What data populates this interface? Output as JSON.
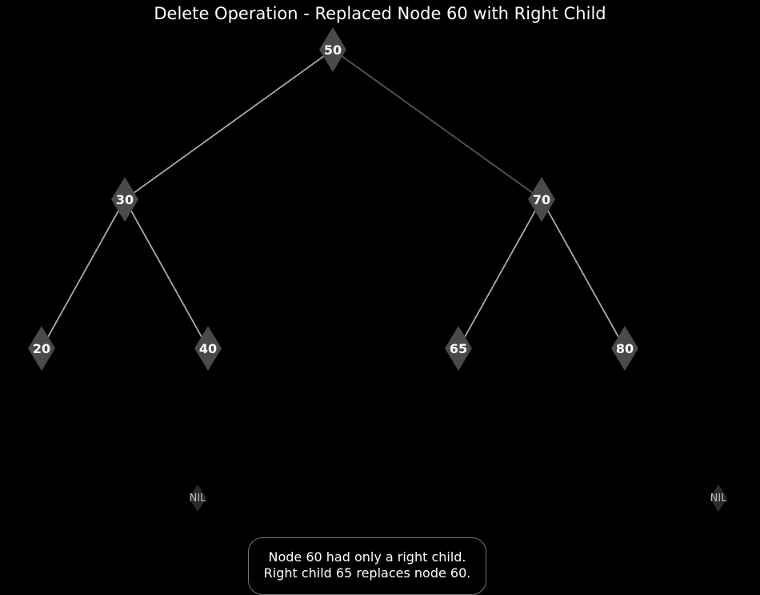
{
  "title": "Delete Operation - Replaced Node 60 with Right Child",
  "nodes": [
    {
      "id": "n50",
      "label": "50",
      "level": 0
    },
    {
      "id": "n30",
      "label": "30",
      "level": 1
    },
    {
      "id": "n70",
      "label": "70",
      "level": 1
    },
    {
      "id": "n20",
      "label": "20",
      "level": 2
    },
    {
      "id": "n40",
      "label": "40",
      "level": 2
    },
    {
      "id": "n65",
      "label": "65",
      "level": 2
    },
    {
      "id": "n80",
      "label": "80",
      "level": 2
    },
    {
      "id": "nil1",
      "label": "NIL",
      "level": 3,
      "nil": true
    },
    {
      "id": "nil2",
      "label": "NIL",
      "level": 3,
      "nil": true
    }
  ],
  "edges": [
    {
      "from": "n50",
      "to": "n30",
      "style": "light"
    },
    {
      "from": "n50",
      "to": "n70",
      "style": "dark"
    },
    {
      "from": "n30",
      "to": "n20",
      "style": "light"
    },
    {
      "from": "n30",
      "to": "n40",
      "style": "light"
    },
    {
      "from": "n70",
      "to": "n65",
      "style": "light"
    },
    {
      "from": "n70",
      "to": "n80",
      "style": "light"
    }
  ],
  "note": {
    "line1": "Node 60 had only a right child.",
    "line2": "Right child 65 replaces node 60."
  },
  "colors": {
    "background": "#000000",
    "node_fill": "#4a4a4a",
    "nil_fill": "#2a2a2a",
    "edge_light": "#aaaaaa",
    "edge_dark": "#555555",
    "text": "#ffffff",
    "nil_text": "#bbbbbb"
  }
}
